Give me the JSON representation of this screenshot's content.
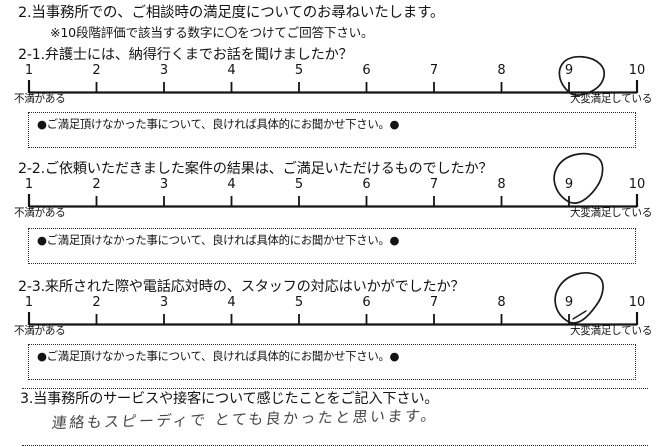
{
  "section2": {
    "title": "2.当事務所での、ご相談時の満足度についてのお尋ねいたします。",
    "subtitle": "※10段階評価で該当する数字に〇をつけてご回答下さい。"
  },
  "scale": {
    "ticks": [
      "1",
      "2",
      "3",
      "4",
      "5",
      "6",
      "7",
      "8",
      "9",
      "10"
    ],
    "left_label": "不満がある",
    "right_label": "大変満足している",
    "min": 1,
    "max": 10
  },
  "comment_prompt": "●ご満足頂けなかった事について、良ければ具体的にお聞かせ下さい。●",
  "questions": [
    {
      "id": "2-1",
      "title": "2-1.弁護士には、納得行くまでお話を聞けましたか？",
      "selected_value": "9",
      "comment_value": ""
    },
    {
      "id": "2-2",
      "title": "2-2.ご依頼いただきました案件の結果は、ご満足いただけるものでしたか？",
      "selected_value": "9",
      "comment_value": ""
    },
    {
      "id": "2-3",
      "title": "2-3.来所された際や電話応対時の、スタッフの対応はいかがでしたか？",
      "selected_value": "9",
      "comment_value": ""
    }
  ],
  "section3": {
    "title": "3.当事務所のサービスや接客について感じたことをご記入下さい。",
    "handwritten_answer": "連絡もスピーディで とても良かったと思います。"
  },
  "colors": {
    "ink": "#141414",
    "pencil": "#2a2a2a",
    "paper": "#ffffff",
    "dotted_border": "#2b2b2b"
  }
}
